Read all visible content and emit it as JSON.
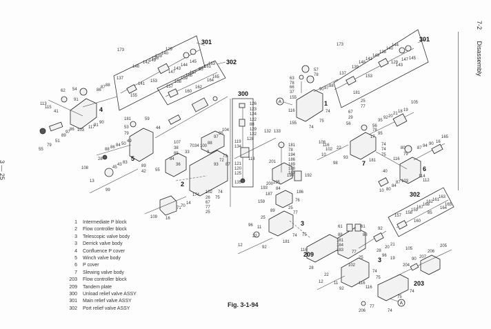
{
  "header": {
    "section_number": "7-2",
    "section_title": "Disassembly"
  },
  "page_number": "3 — 25",
  "figure_caption": "Fig. 3-1-94",
  "assembly_callouts": [
    {
      "id": "301",
      "label": "301"
    },
    {
      "id": "302",
      "label": "302"
    },
    {
      "id": "300",
      "label": "300"
    },
    {
      "id": "301b",
      "label": "301"
    },
    {
      "id": "302b",
      "label": "302"
    }
  ],
  "block_callouts": [
    "1",
    "2",
    "3",
    "4",
    "5",
    "6",
    "7",
    "203",
    "209"
  ],
  "reference_marker": "A",
  "part_labels": {
    "relief_301_left": [
      "173",
      "129",
      "140",
      "139",
      "138",
      "149",
      "90",
      "148",
      "142",
      "137",
      "141",
      "153",
      "155",
      "147",
      "143",
      "144",
      "145"
    ],
    "relief_302_left": [
      "163",
      "161",
      "85",
      "162",
      "165",
      "164",
      "168",
      "167",
      "159",
      "158",
      "157",
      "160"
    ],
    "assy_300": [
      "126",
      "123",
      "124",
      "122",
      "88",
      "129",
      "122",
      "128",
      "119",
      "134",
      "118",
      "121",
      "120",
      "125",
      "135",
      "132",
      "133"
    ],
    "block_4": [
      "62",
      "54",
      "91",
      "113",
      "115",
      "41",
      "86",
      "87",
      "88",
      "55",
      "79",
      "51",
      "89",
      "97",
      "86",
      "103",
      "117",
      "91",
      "90"
    ],
    "block_5": [
      "181",
      "59",
      "53",
      "79",
      "44",
      "28",
      "88",
      "86",
      "84",
      "50",
      "49",
      "108",
      "45",
      "43",
      "83",
      "13",
      "99",
      "89",
      "42"
    ],
    "block_2": [
      "107",
      "38",
      "85",
      "84",
      "36",
      "33",
      "70",
      "34",
      "55",
      "100",
      "88",
      "97",
      "35",
      "104",
      "9",
      "93",
      "72",
      "73",
      "87",
      "16",
      "109",
      "71",
      "70",
      "14",
      "174",
      "102",
      "26",
      "67",
      "77",
      "25",
      "74",
      "75"
    ],
    "center": [
      "181",
      "78",
      "194",
      "186",
      "189",
      "188",
      "185",
      "190",
      "192",
      "201",
      "200",
      "193",
      "195",
      "84",
      "187",
      "186",
      "76",
      "25",
      "77",
      "159",
      "89"
    ],
    "block_1": [
      "57",
      "78",
      "63",
      "78",
      "66",
      "37",
      "155",
      "116",
      "155",
      "97",
      "88",
      "90",
      "74",
      "75",
      "74"
    ],
    "block_7": [
      "25",
      "77",
      "67",
      "29",
      "56",
      "78",
      "105",
      "18",
      "19",
      "21",
      "20",
      "92",
      "35",
      "17",
      "95",
      "74",
      "74",
      "75",
      "116",
      "102",
      "108",
      "22",
      "93",
      "10",
      "98",
      "181"
    ],
    "block_6": [
      "80",
      "79",
      "87",
      "94",
      "90",
      "16",
      "165",
      "116",
      "40",
      "112",
      "103",
      "114",
      "10",
      "80",
      "84",
      "87"
    ],
    "block_3": [
      "61",
      "88",
      "181",
      "184",
      "183",
      "77",
      "25",
      "92",
      "28",
      "96",
      "20",
      "21",
      "19",
      "105",
      "74",
      "75",
      "116",
      "102",
      "22",
      "28",
      "92",
      "11",
      "12"
    ],
    "block_203": [
      "205",
      "206",
      "207",
      "90",
      "204",
      "74",
      "75",
      "116",
      "77",
      "206"
    ]
  },
  "legend": [
    {
      "num": "1",
      "name": "Intermediate P block"
    },
    {
      "num": "2",
      "name": "Flow controller block"
    },
    {
      "num": "3",
      "name": "Telescopic valve body"
    },
    {
      "num": "3",
      "name": "Derrick valve body"
    },
    {
      "num": "4",
      "name": "Confluence P cover"
    },
    {
      "num": "5",
      "name": "Winch valve body"
    },
    {
      "num": "6",
      "name": "P cover"
    },
    {
      "num": "7",
      "name": "Slewing valve body"
    },
    {
      "num": "203",
      "name": "Flow controller block"
    },
    {
      "num": "209",
      "name": "Tandem plate"
    },
    {
      "num": "300",
      "name": "Unload relief valve ASSY"
    },
    {
      "num": "301",
      "name": "Main relief valve ASSY"
    },
    {
      "num": "302",
      "name": "Port relief valve ASSY"
    }
  ]
}
